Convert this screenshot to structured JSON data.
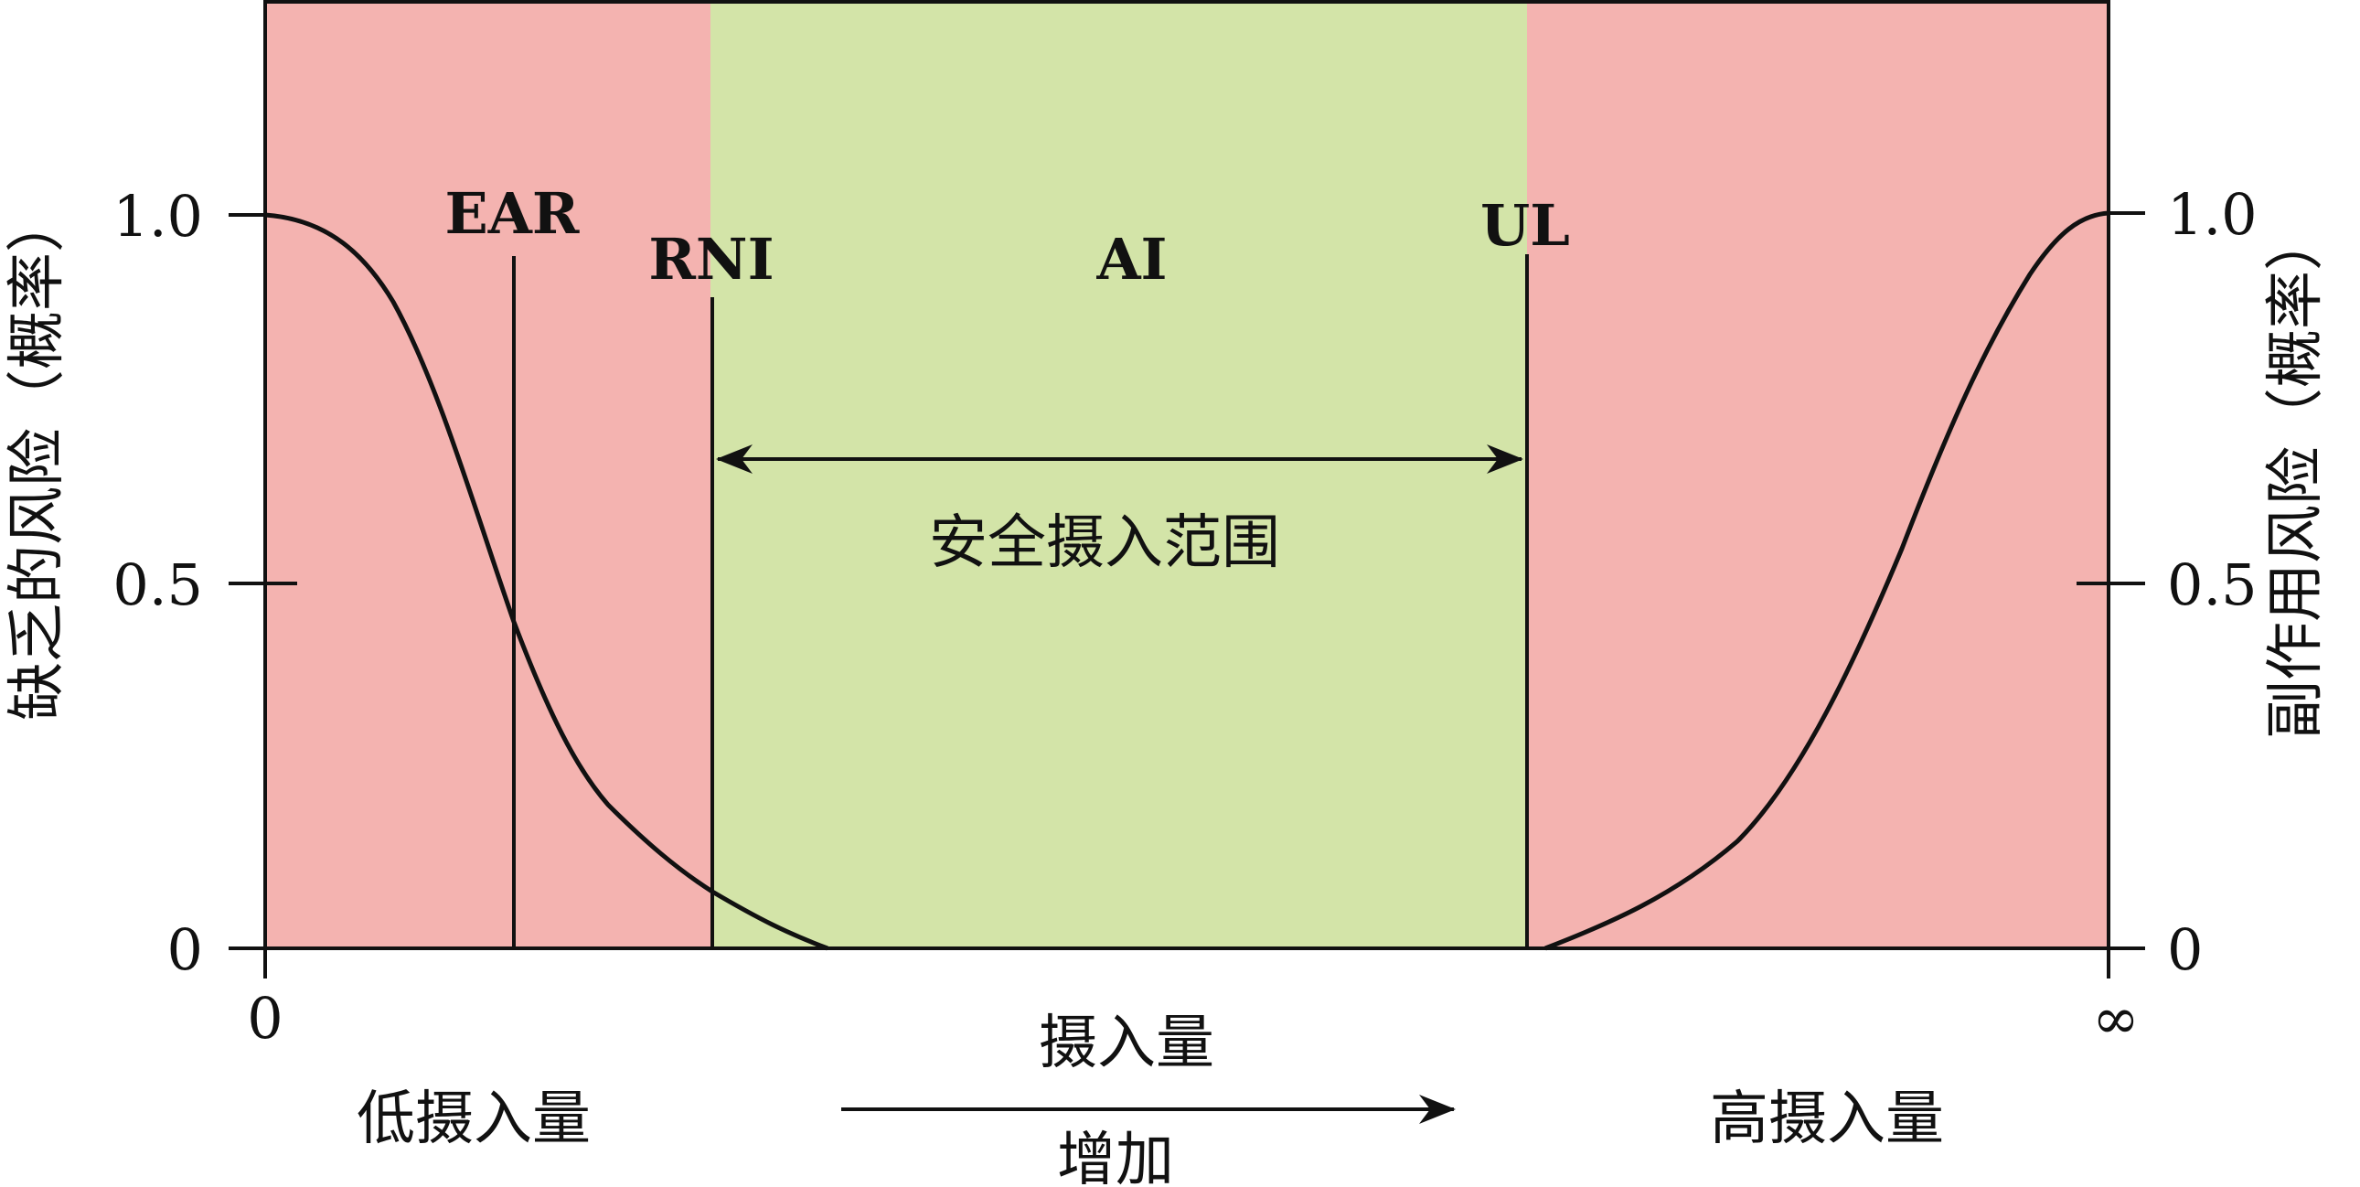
{
  "diagram": {
    "markers": {
      "ear": "EAR",
      "rni": "RNI",
      "ai": "AI",
      "ul": "UL"
    },
    "safe_range_label": "安全摄入范围",
    "left_axis": {
      "label": "缺乏的风险（概率）",
      "ticks": [
        "1.0",
        "0.5",
        "0"
      ]
    },
    "right_axis": {
      "label": "副作用风险（概率）",
      "ticks": [
        "1.0",
        "0.5",
        "0"
      ]
    },
    "x_axis": {
      "label": "摄入量",
      "start": "0",
      "end": "∞",
      "low_label": "低摄入量",
      "high_label": "高摄入量",
      "direction_label": "增加"
    },
    "colors": {
      "risk_zone": "#F4B3B0",
      "safe_zone": "#D3E4A8",
      "line": "#111111"
    }
  }
}
